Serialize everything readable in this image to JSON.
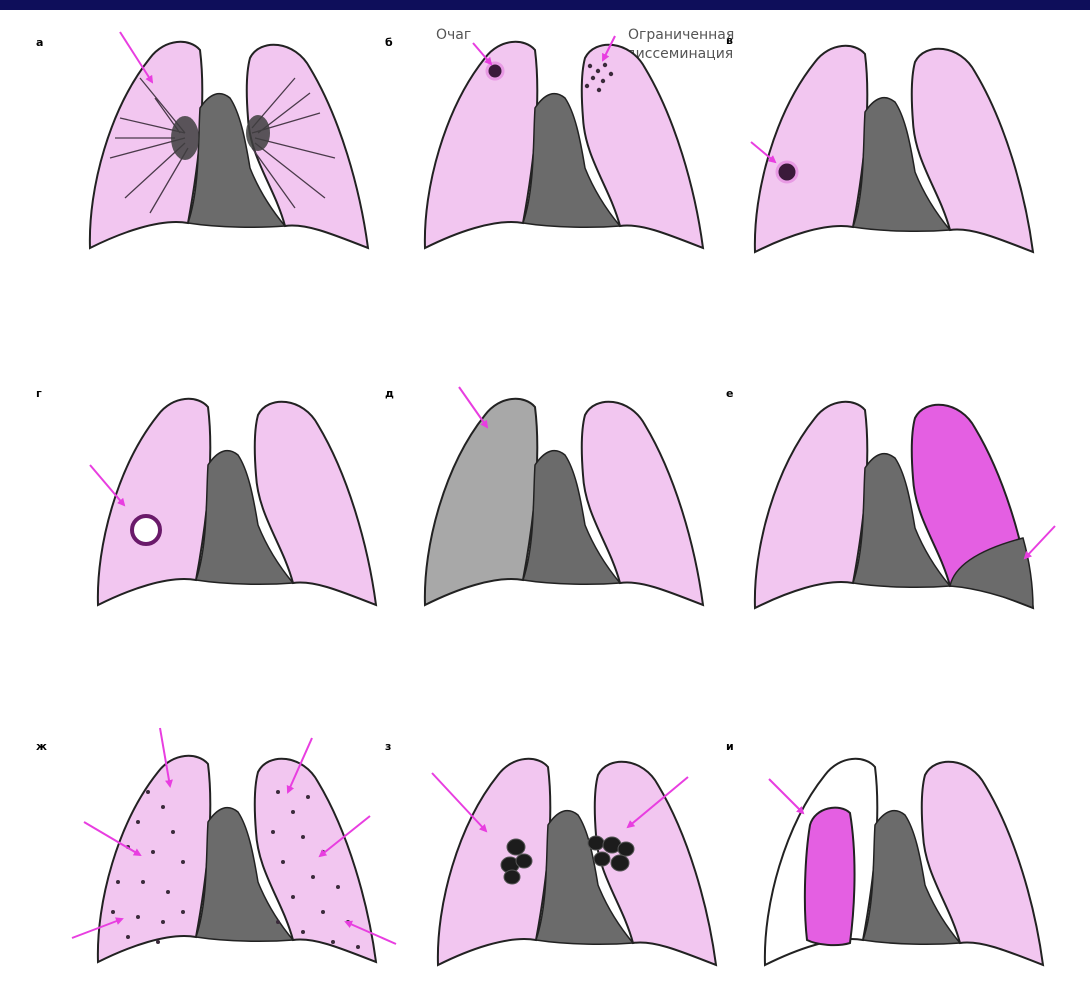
{
  "colors": {
    "top_bar": "#0e0e5a",
    "lung_pink": "#f2c6f0",
    "lung_pink_dark": "#e89ae4",
    "lung_magenta": "#e45fe2",
    "mediastinum": "#6b6b6b",
    "arrow": "#e83ee0",
    "outline": "#222222"
  },
  "panels": {
    "a": {
      "letter": "а"
    },
    "b": {
      "letter": "б",
      "label_focus": "Очаг",
      "label_dissem_1": "Ограниченная",
      "label_dissem_2": "диссеминация"
    },
    "v": {
      "letter": "в"
    },
    "g": {
      "letter": "г"
    },
    "d": {
      "letter": "д"
    },
    "e": {
      "letter": "е"
    },
    "zh": {
      "letter": "ж"
    },
    "z": {
      "letter": "з"
    },
    "i": {
      "letter": "и"
    }
  }
}
